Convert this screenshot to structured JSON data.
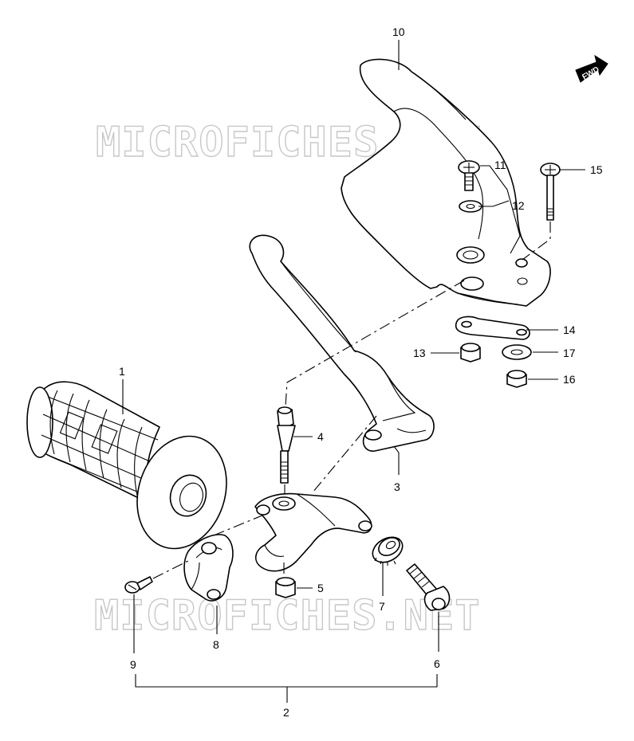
{
  "watermark": "MICROFICHES.NET",
  "fwd_label": "FWD",
  "labels": {
    "p1": "1",
    "p2": "2",
    "p3": "3",
    "p4": "4",
    "p5": "5",
    "p6": "6",
    "p7": "7",
    "p8": "8",
    "p9": "9",
    "p10": "10",
    "p11": "11",
    "p12": "12",
    "p13": "13",
    "p14": "14",
    "p15": "15",
    "p16": "16",
    "p17": "17"
  }
}
